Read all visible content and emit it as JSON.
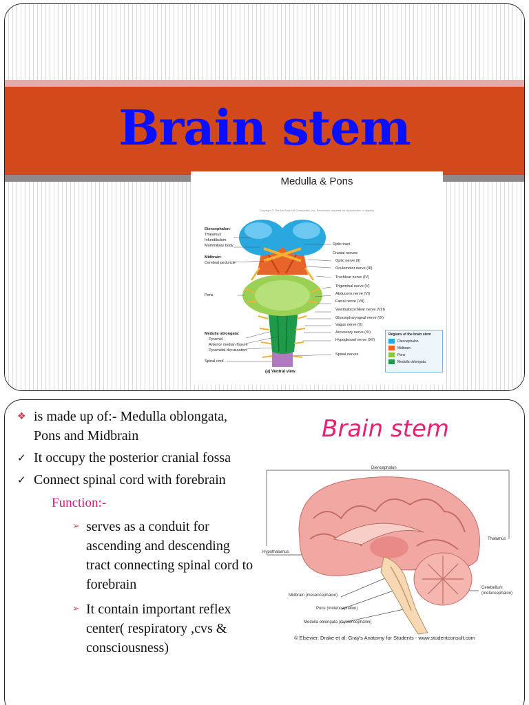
{
  "slide1": {
    "title": "Brain stem",
    "figure": {
      "title": "Medulla & Pons",
      "copyright": "Copyright © The McGraw-Hill Companies, Inc. Permission required for reproduction or display.",
      "left_labels": {
        "diencephalon": "Diencephalon:",
        "thalamus": "Thalamus",
        "infundibulum": "Infundibulum",
        "mammillary": "Mammillary body",
        "midbrain": "Midbrain:",
        "cerebral_peduncle": "Cerebral peduncle",
        "pons": "Pons",
        "medulla": "Medulla oblongata:",
        "pyramid": "Pyramid",
        "anterior_fissure": "Anterior median fissure",
        "pyramidal_decussation": "Pyramidal decussation",
        "spinal_cord": "Spinal cord"
      },
      "right_labels": {
        "optic_tract": "Optic tract",
        "cranial_nerves": "Cranial nerves:",
        "optic_nerve": "Optic nerve (II)",
        "oculomotor": "Oculomotor nerve (III)",
        "trochlear": "Trochlear nerve (IV)",
        "trigeminal": "Trigeminal nerve (V)",
        "abducens": "Abducens nerve (VI)",
        "facial": "Facial nerve (VII)",
        "vestibulocochlear": "Vestibulocochlear nerve (VIII)",
        "glossopharyngeal": "Glossopharyngeal nerve (IX)",
        "vagus": "Vagus nerve (X)",
        "accessory": "Accessory nerve (XI)",
        "hypoglossal": "Hypoglossal nerve (XII)",
        "spinal_nerves": "Spinal nerves"
      },
      "legend": {
        "title": "Regions of the brain stem",
        "items": [
          {
            "label": "Diencephalon",
            "color": "#29a8e0"
          },
          {
            "label": "Midbrain",
            "color": "#e8642a"
          },
          {
            "label": "Pons",
            "color": "#8cc63f"
          },
          {
            "label": "Medulla oblongata",
            "color": "#1e9a4a"
          }
        ]
      },
      "caption": "(a) Ventral view"
    }
  },
  "slide2": {
    "bullets": [
      {
        "text": "is made up of:- Medulla oblongata, Pons and  Midbrain",
        "marker": "❖"
      },
      {
        "text": "It occupy the posterior cranial fossa",
        "marker": "✓"
      },
      {
        "text": "Connect spinal cord with forebrain",
        "marker": "✓"
      }
    ],
    "function_label": "Function:-",
    "sub_bullets": [
      {
        "text": " serves as a conduit for ascending and descending tract connecting spinal cord to forebrain",
        "marker": "➢"
      },
      {
        "text": "It contain important reflex center( respiratory ,cvs & consciousness)",
        "marker": "➢"
      }
    ],
    "heading": "Brain stem",
    "figure": {
      "labels": {
        "diencephalon": "Diencephalon",
        "thalamus": "Thalamus",
        "hypothalamus": "Hypothalamus",
        "cerebellum": "Cerebellum",
        "cerebellum_sub": "(metencephalon)",
        "midbrain": "Midbrain (mesencephalon)",
        "pons": "Pons (metencephalon)",
        "medulla": "Medulla oblongata (myelencephalon)"
      },
      "credit": "© Elsevier. Drake et al: Gray's Anatomy for Students - www.studentconsult.com"
    }
  }
}
